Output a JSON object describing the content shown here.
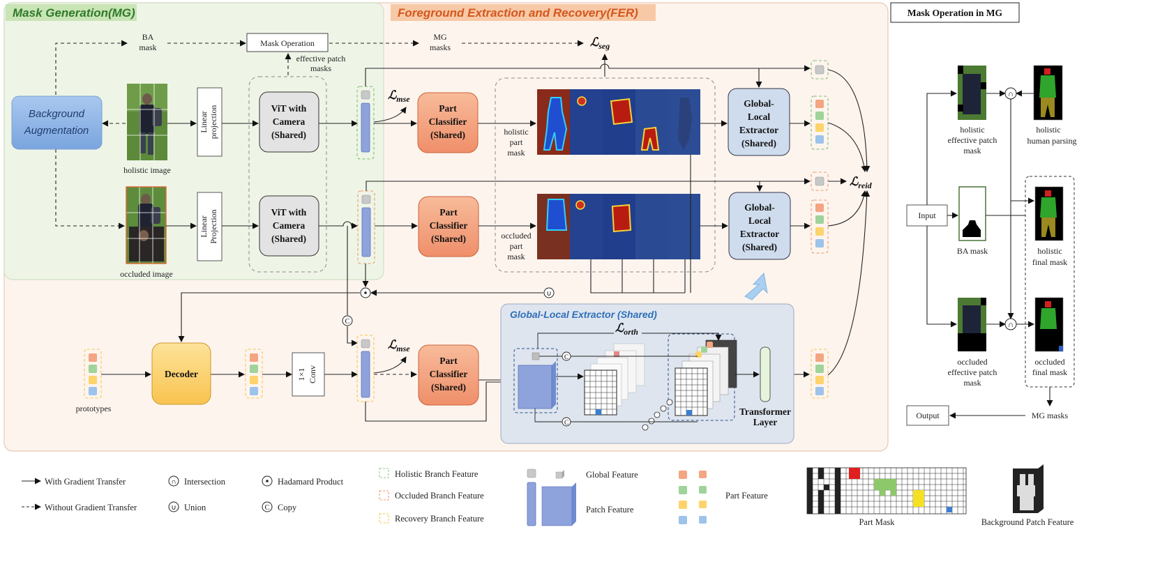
{
  "sections": {
    "mg_title": "Mask Generation(MG)",
    "fer_title": "Foreground Extraction and Recovery(FER)",
    "mask_op_title": "Mask Operation in MG",
    "gle_title": "Global-Local Extractor (Shared)"
  },
  "mg": {
    "ba_mask": [
      "BA",
      "mask"
    ],
    "mask_operation": "Mask Operation",
    "effective_patch_masks": [
      "effective patch",
      "masks"
    ],
    "mg_masks": [
      "MG",
      "masks"
    ],
    "background_augmentation": [
      "Background",
      "Augmentation"
    ],
    "holistic_image": "holistic image",
    "occluded_image": "occluded image",
    "linear_projection_top": [
      "Linear",
      "projection"
    ],
    "linear_projection_bottom": [
      "Linear",
      "Projection"
    ],
    "vit_top": [
      "ViT with",
      "Camera",
      "(Shared)"
    ],
    "vit_bottom": [
      "ViT with",
      "Camera",
      "(Shared)"
    ]
  },
  "fer": {
    "part_classifier": [
      "Part",
      "Classifier",
      "(Shared)"
    ],
    "holistic_part_mask": [
      "holistic",
      "part",
      "mask"
    ],
    "occluded_part_mask": [
      "occluded",
      "part",
      "mask"
    ],
    "global_local_extractor": [
      "Global-",
      "Local",
      "Extractor",
      "(Shared)"
    ],
    "decoder": "Decoder",
    "conv": [
      "1×1",
      "Conv"
    ],
    "prototypes": "prototypes",
    "transformer_layer": [
      "Transformer",
      "Layer"
    ]
  },
  "losses": {
    "seg": "seg",
    "mse": "mse",
    "reid": "reid",
    "orth": "orth",
    "script_L": "ℒ"
  },
  "symbols": {
    "intersection": "∩",
    "union": "∪",
    "hadamard": "⊙",
    "copy": "C"
  },
  "mask_op": {
    "input": "Input",
    "output": "Output",
    "holistic_effective_patch_mask": [
      "holistic",
      "effective patch",
      "mask"
    ],
    "holistic_human_parsing": [
      "holistic",
      "human parsing"
    ],
    "ba_mask": "BA mask",
    "holistic_final_mask": [
      "holistic",
      "final mask"
    ],
    "occluded_effective_patch_mask": [
      "occluded",
      "effective patch",
      "mask"
    ],
    "occluded_final_mask": [
      "occluded",
      "final mask"
    ],
    "mg_masks": "MG masks"
  },
  "legend": {
    "with_gradient": "With Gradient Transfer",
    "without_gradient": "Without Gradient Transfer",
    "intersection": "Intersection",
    "union": "Union",
    "hadamard": "Hadamard Product",
    "copy": "Copy",
    "holistic_branch": "Holistic Branch  Feature",
    "occluded_branch": "Occluded Branch Feature",
    "recovery_branch": "Recovery Branch Feature",
    "global_feature": "Global Feature",
    "patch_feature": "Patch Feature",
    "part_feature": "Part Feature",
    "part_mask": "Part Mask",
    "background_patch_feature": "Background Patch Feature"
  },
  "colors": {
    "mg_bg": "#eef5e8",
    "fer_bg": "#fdf3ec",
    "gle_bg": "#dfe6f0",
    "classifier": "#f4a582",
    "extractor": "#cfdcee",
    "vit": "#e4e4e4",
    "decoder": "#fdd36b",
    "patch_blue": "#8ea3dc",
    "part_orange": "#f4a582",
    "part_green": "#9fd39a",
    "part_yellow": "#fdd36b",
    "part_blue": "#9ec3ea",
    "holistic_dash": "#8cc98a",
    "occluded_dash": "#f09a66",
    "recovery_dash": "#f3c74a"
  }
}
